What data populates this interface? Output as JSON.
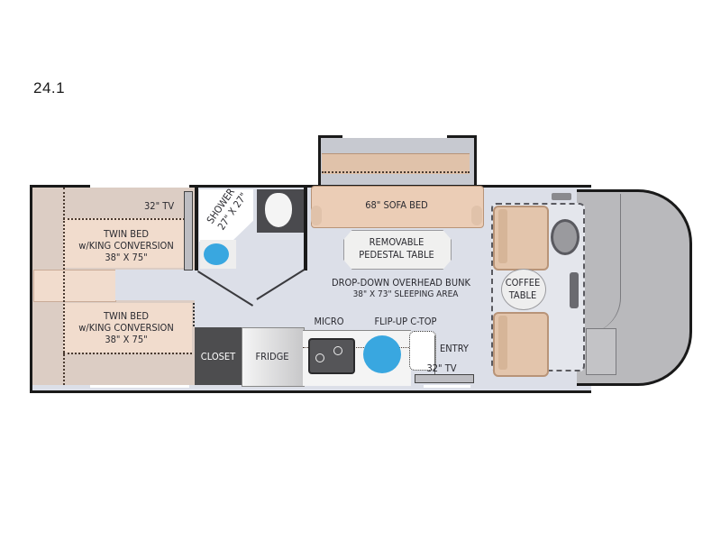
{
  "model": "24.1",
  "colors": {
    "floor": "#dcdfe8",
    "bed": "#f1dccd",
    "wall": "#1a1a1a",
    "cab": "#b9b9bc",
    "sink": "#39a7e0",
    "closet": "#4d4d4f"
  },
  "rooms": {
    "rear_tv": "32\" TV",
    "twin_bed_top": {
      "line1": "TWIN BED",
      "line2": "w/KING CONVERSION",
      "line3": "38\" X 75\""
    },
    "twin_bed_bottom": {
      "line1": "TWIN BED",
      "line2": "w/KING CONVERSION",
      "line3": "38\" X 75\""
    },
    "shower": {
      "line1": "SHOWER",
      "line2": "27\" X 27\""
    },
    "sofa": "68\" SOFA BED",
    "table": {
      "line1": "REMOVABLE",
      "line2": "PEDESTAL TABLE"
    },
    "bunk": {
      "line1": "DROP-DOWN OVERHEAD BUNK",
      "line2": "38\" X 73\" SLEEPING AREA"
    },
    "coffee_table": {
      "line1": "COFFEE",
      "line2": "TABLE"
    },
    "closet": "CLOSET",
    "fridge": "FRIDGE",
    "micro": "MICRO",
    "ctop": "FLIP-UP C-TOP",
    "entry": "ENTRY",
    "entry_tv": "32\" TV"
  }
}
